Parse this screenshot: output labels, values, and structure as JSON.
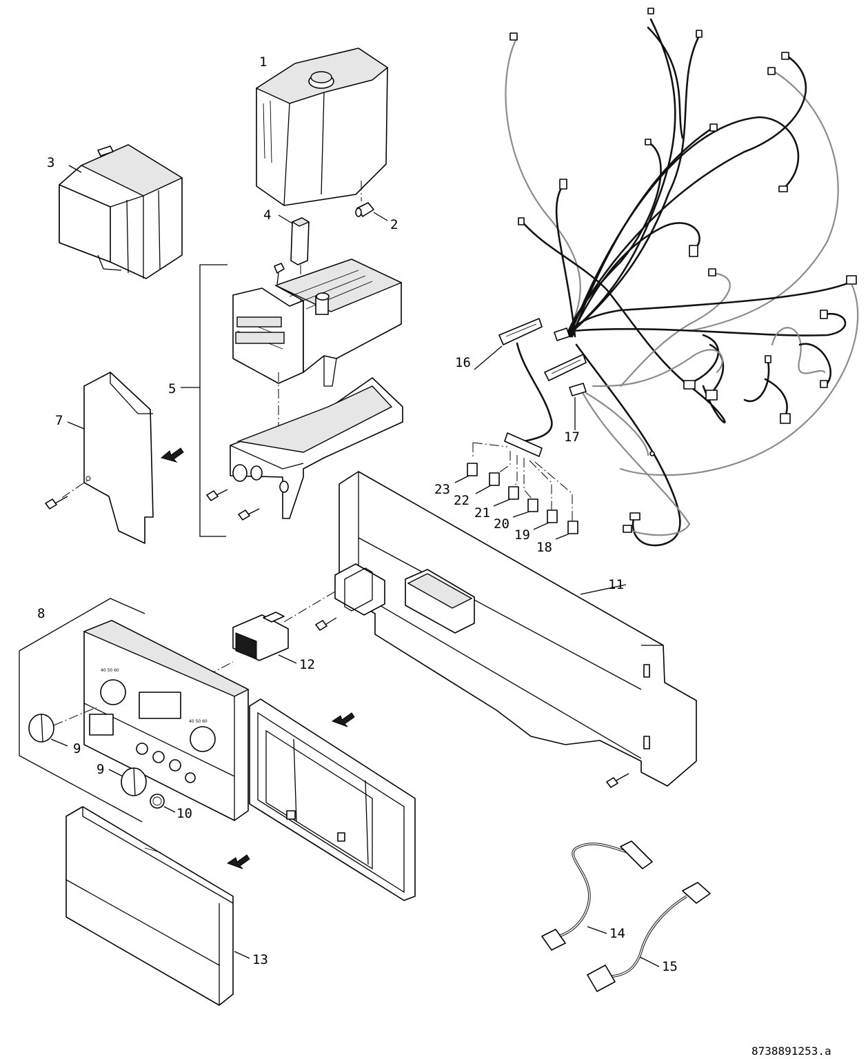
{
  "diagram": {
    "labels": {
      "p1": "1",
      "p2": "2",
      "p3": "3",
      "p4": "4",
      "p5": "5",
      "p7": "7",
      "p8": "8",
      "p9a": "9",
      "p9b": "9",
      "p10": "10",
      "p11": "11",
      "p12": "12",
      "p13": "13",
      "p14": "14",
      "p15": "15",
      "p16": "16",
      "p17": "17",
      "p18": "18",
      "p19": "19",
      "p20": "20",
      "p21": "21",
      "p22": "22",
      "p23": "23"
    },
    "reference_number": "8738891253.a"
  }
}
